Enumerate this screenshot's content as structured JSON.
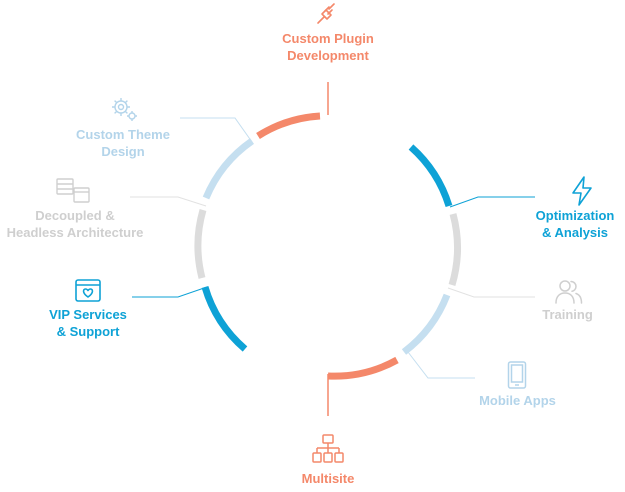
{
  "colors": {
    "orange": "#f4886a",
    "blue": "#0ea2d6",
    "light_blue": "#c5dff0",
    "gray": "#dcdcdc",
    "gray_text": "#cfcfcf",
    "light_blue_text": "#b3d4ea"
  },
  "services": {
    "custom_plugin": {
      "line1": "Custom Plugin",
      "line2": "Development",
      "icon": "plug-icon"
    },
    "custom_theme": {
      "line1": "Custom Theme",
      "line2": "Design",
      "icon": "gears-icon"
    },
    "decoupled": {
      "line1": "Decoupled &",
      "line2": "Headless Architecture",
      "icon": "layout-icon"
    },
    "vip": {
      "line1": "VIP Services",
      "line2": "& Support",
      "icon": "heart-window-icon"
    },
    "multisite": {
      "line1": "Multisite",
      "icon": "network-icon"
    },
    "mobile": {
      "line1": "Mobile Apps",
      "icon": "phone-icon"
    },
    "training": {
      "line1": "Training",
      "icon": "users-icon"
    },
    "optimization": {
      "line1": "Optimization",
      "line2": "& Analysis",
      "icon": "lightning-icon"
    }
  }
}
